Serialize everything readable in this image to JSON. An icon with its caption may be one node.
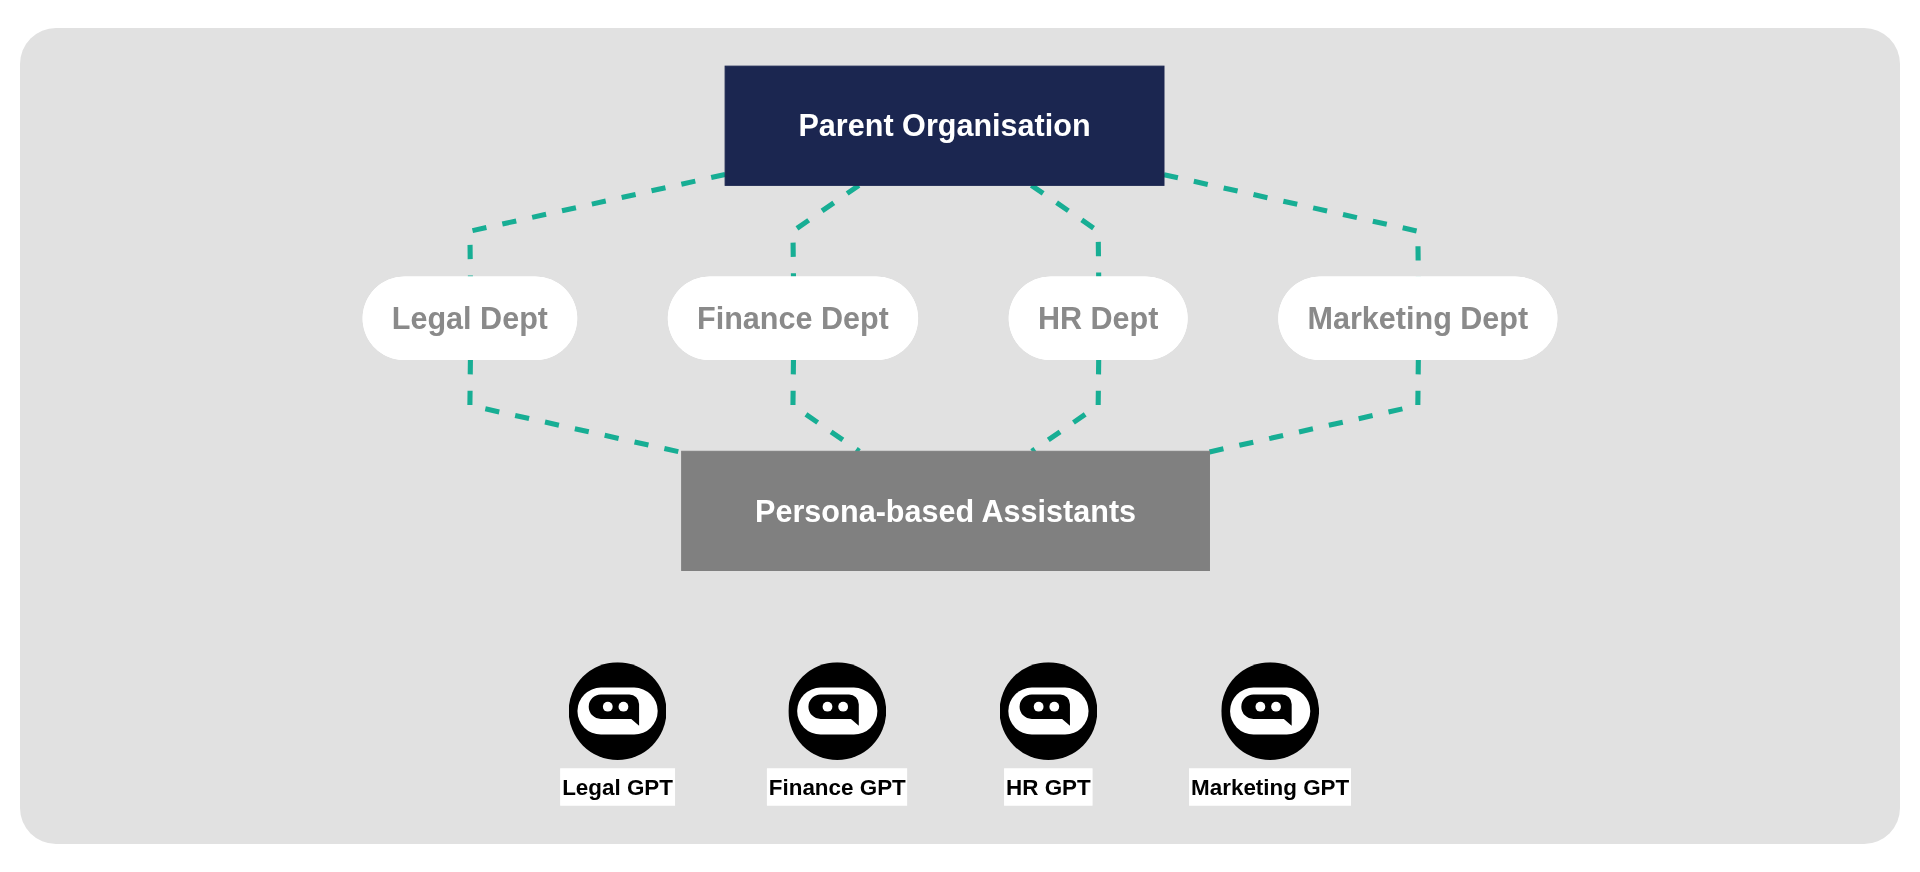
{
  "diagram": {
    "nodes": [
      {
        "text": [
          "Parent Organisation"
        ]
      },
      {
        "text": [
          "Legal Dept"
        ]
      },
      {
        "text": [
          "Finance Dept"
        ]
      },
      {
        "text": [
          "HR Dept"
        ]
      },
      {
        "text": [
          "Marketing Dept"
        ]
      },
      {
        "text": [
          "Persona-based Assistants"
        ]
      },
      {
        "text": [
          "Legal GPT"
        ]
      },
      {
        "text": [
          "Finance GPT"
        ]
      },
      {
        "text": [
          "HR GPT"
        ]
      },
      {
        "text": [
          "Marketing GPT"
        ]
      }
    ],
    "edges": [
      {
        "from": 0,
        "to": 1,
        "arrow": "none",
        "style": "dashed"
      },
      {
        "from": 0,
        "to": 2,
        "arrow": "none",
        "style": "dashed"
      },
      {
        "from": 0,
        "to": 3,
        "arrow": "none",
        "style": "dashed"
      },
      {
        "from": 0,
        "to": 4,
        "arrow": "none",
        "style": "dashed"
      },
      {
        "from": 1,
        "to": 5,
        "arrow": "none",
        "style": "dashed"
      },
      {
        "from": 2,
        "to": 5,
        "arrow": "none",
        "style": "dashed"
      },
      {
        "from": 3,
        "to": 5,
        "arrow": "none",
        "style": "dashed"
      },
      {
        "from": 4,
        "to": 5,
        "arrow": "none",
        "style": "dashed"
      }
    ]
  }
}
